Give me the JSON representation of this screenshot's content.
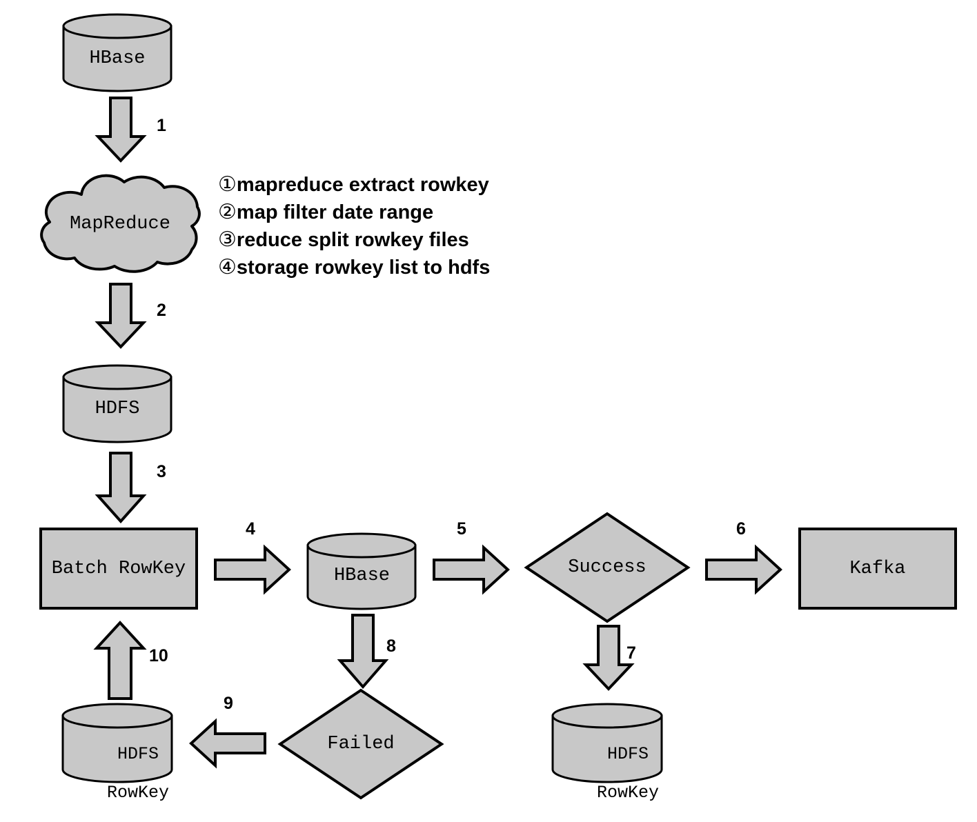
{
  "diagram": {
    "title_nodes": {
      "hbase_top": "HBase",
      "mapreduce": "MapReduce",
      "hdfs": "HDFS",
      "batch_rowkey": "Batch RowKey",
      "hbase_mid": "HBase",
      "success": "Success",
      "kafka": "Kafka",
      "failed": "Failed",
      "hdfs_rowkey_left_line1": "HDFS",
      "hdfs_rowkey_left_line2": "RowKey",
      "hdfs_rowkey_right_line1": "HDFS",
      "hdfs_rowkey_right_line2": "RowKey"
    },
    "step_labels": {
      "s1": "1",
      "s2": "2",
      "s3": "3",
      "s4": "4",
      "s5": "5",
      "s6": "6",
      "s7": "7",
      "s8": "8",
      "s9": "9",
      "s10": "10"
    },
    "notes": [
      {
        "marker": "①",
        "text": "mapreduce extract rowkey"
      },
      {
        "marker": "②",
        "text": "map filter date range"
      },
      {
        "marker": "③",
        "text": "reduce split rowkey files"
      },
      {
        "marker": "④",
        "text": "storage rowkey list to hdfs"
      }
    ],
    "colors": {
      "shape_fill": "#c8c8c8",
      "shape_stroke": "#000000",
      "background": "#ffffff",
      "text": "#000000"
    }
  }
}
